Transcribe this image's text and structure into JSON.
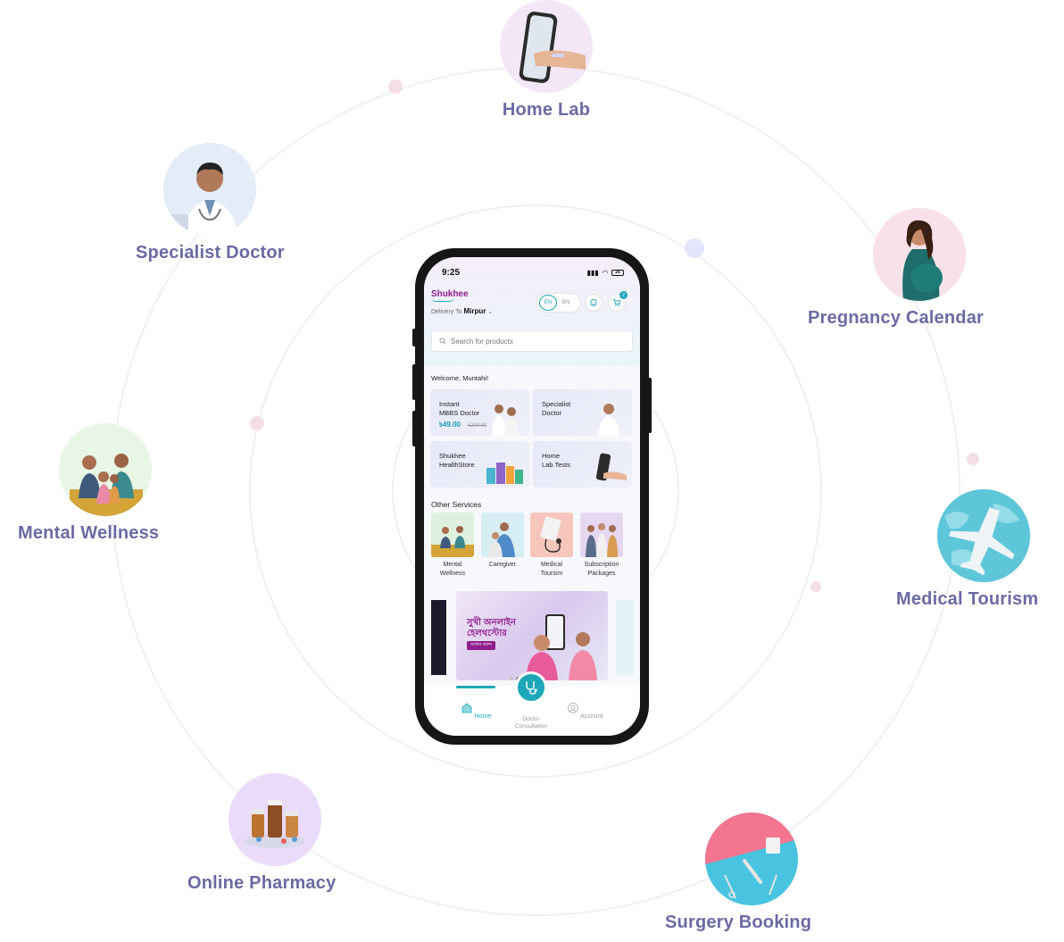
{
  "features": {
    "home_lab": "Home Lab",
    "specialist_doctor": "Specialist Doctor",
    "pregnancy_calendar": "Pregnancy Calendar",
    "mental_wellness": "Mental Wellness",
    "medical_tourism": "Medical Tourism",
    "online_pharmacy": "Online Pharmacy",
    "surgery_booking": "Surgery Booking"
  },
  "phone": {
    "status_time": "9:25",
    "battery": "26",
    "brand": "Shukhee",
    "delivery_label": "Delivery To",
    "delivery_location": "Mirpur",
    "lang_en": "EN",
    "lang_bn": "BN",
    "cart_count": "2",
    "search_placeholder": "Search for products",
    "welcome": "Welcome, Muntahi!",
    "cards": {
      "instant_line1": "Instant",
      "instant_line2": "MBBS Doctor",
      "instant_price": "৳49.00",
      "instant_old_price": "৳200.00",
      "specialist_line1": "Specialist",
      "specialist_line2": "Doctor",
      "healthstore_line1": "Shukhee",
      "healthstore_line2": "HealthStore",
      "homelab_line1": "Home",
      "homelab_line2": "Lab Tests"
    },
    "other_services_title": "Other Services",
    "services": {
      "s1_line1": "Mental",
      "s1_line2": "Wellness",
      "s2_line1": "Caregiver",
      "s3_line1": "Medical",
      "s3_line2": "Tourism",
      "s4_line1": "Subscription",
      "s4_line2": "Packages"
    },
    "banner": {
      "headline": "সুখী অনলাইন হেলথস্টোর",
      "cta": "অর্ডার করুন"
    },
    "tabs": {
      "home": "Home",
      "doctor_line1": "Doctor",
      "doctor_line2": "Consultation",
      "account": "Account"
    }
  },
  "colors": {
    "accent": "#1ea7b8",
    "brand": "#8e1c8a",
    "label": "#6b6aa3"
  }
}
